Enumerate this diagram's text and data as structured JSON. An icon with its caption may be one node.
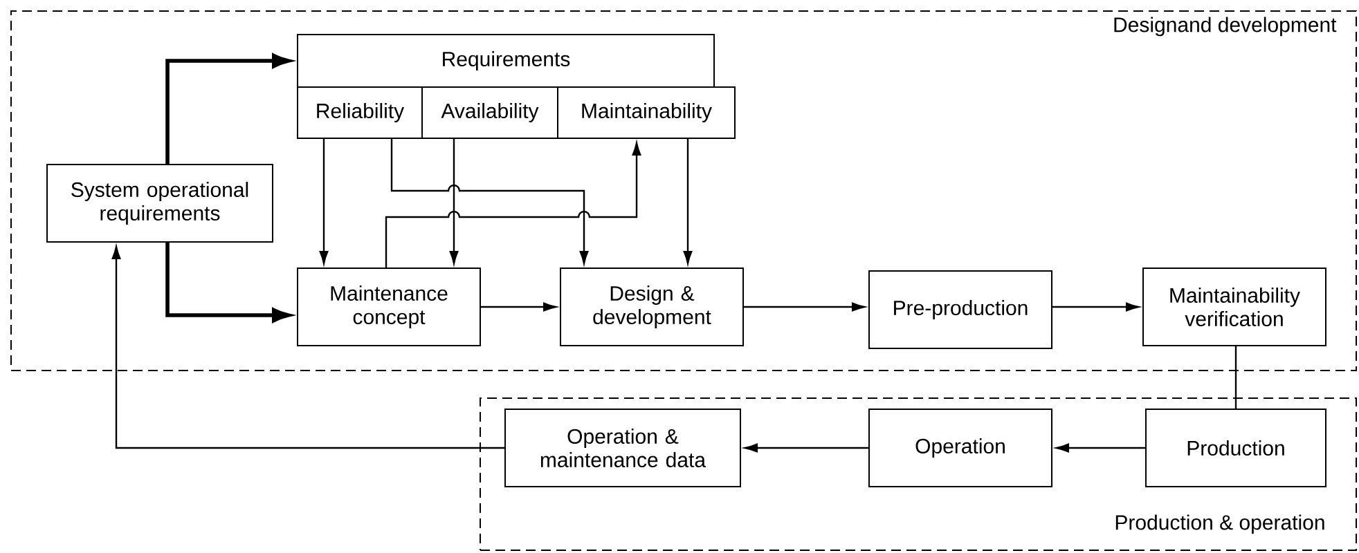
{
  "diagram": {
    "nodes": [
      {
        "text": [
          "Designand development"
        ]
      },
      {
        "text": [
          "Production & operation"
        ]
      },
      {
        "text": [
          "Requirements"
        ],
        "in": 0
      },
      {
        "text": [
          "Reliability"
        ],
        "in": 0
      },
      {
        "text": [
          "Availability"
        ],
        "in": 0
      },
      {
        "text": [
          "Maintainability"
        ],
        "in": 0
      },
      {
        "text": [
          "System operational requirements"
        ],
        "in": 0
      },
      {
        "text": [
          "Maintenance concept"
        ],
        "in": 0
      },
      {
        "text": [
          "Design & development"
        ],
        "in": 0
      },
      {
        "text": [
          "Pre-production"
        ],
        "in": 0
      },
      {
        "text": [
          "Maintainability verification"
        ],
        "in": 0
      },
      {
        "text": [
          "Operation & maintenance data"
        ],
        "in": 1
      },
      {
        "text": [
          "Operation"
        ],
        "in": 1
      },
      {
        "text": [
          "Production"
        ],
        "in": 1
      }
    ],
    "edges": [
      {
        "from": 6,
        "to": 2,
        "arrow": "to",
        "style": "thick"
      },
      {
        "from": 6,
        "to": 7,
        "arrow": "to",
        "style": "thick"
      },
      {
        "from": 3,
        "to": 7,
        "arrow": "to"
      },
      {
        "from": 3,
        "to": 8,
        "arrow": "to"
      },
      {
        "from": 4,
        "to": 7,
        "arrow": "to"
      },
      {
        "from": 7,
        "to": 5,
        "arrow": "to"
      },
      {
        "from": 5,
        "to": 8,
        "arrow": "to"
      },
      {
        "from": 7,
        "to": 8,
        "arrow": "to"
      },
      {
        "from": 8,
        "to": 9,
        "arrow": "to"
      },
      {
        "from": 9,
        "to": 10,
        "arrow": "to"
      },
      {
        "from": 10,
        "to": 13,
        "arrow": "none"
      },
      {
        "from": 13,
        "to": 12,
        "arrow": "to"
      },
      {
        "from": 12,
        "to": 11,
        "arrow": "to"
      },
      {
        "from": 11,
        "to": 6,
        "arrow": "to"
      }
    ]
  }
}
